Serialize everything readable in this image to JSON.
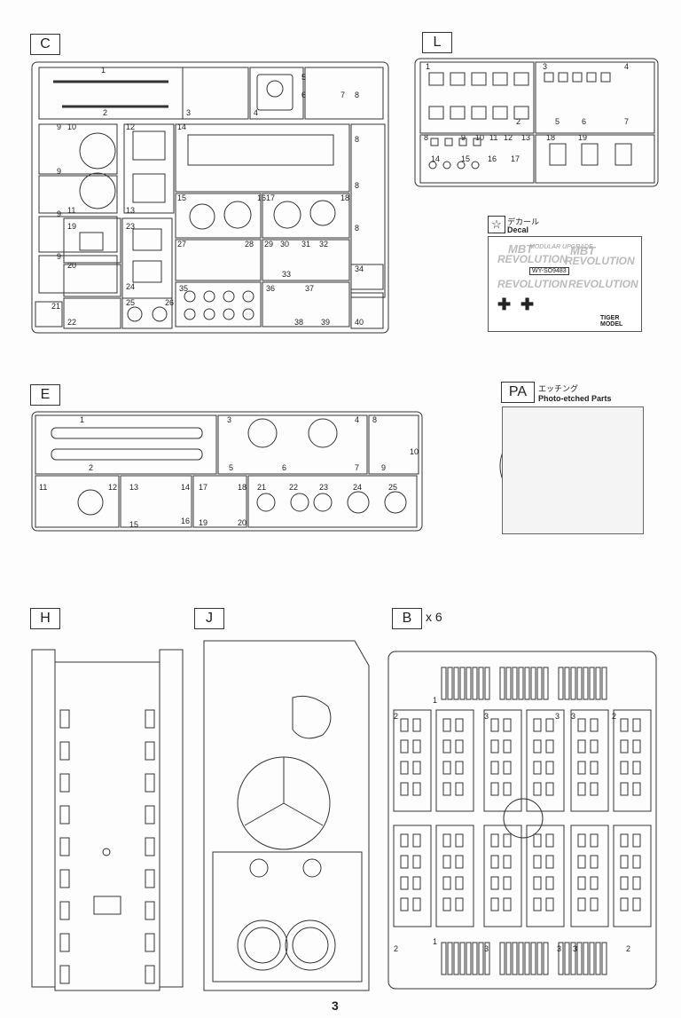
{
  "sprues": {
    "C": {
      "letter": "C"
    },
    "L": {
      "letter": "L"
    },
    "E": {
      "letter": "E"
    },
    "PA": {
      "letter": "PA",
      "jp": "エッチング",
      "en": "Photo-etched Parts"
    },
    "H": {
      "letter": "H"
    },
    "J": {
      "letter": "J"
    },
    "B": {
      "letter": "B",
      "multiplier": "x 6"
    }
  },
  "decal": {
    "jp": "デカール",
    "en": "Decal",
    "text_main": "MBT",
    "text_sub": "REVOLUTION",
    "text_alt": "MODULAR UPGRADE",
    "plate": "WY-SO9483",
    "brand": "TIGER MODEL"
  },
  "page_number": "3",
  "c_labels": [
    "1",
    "2",
    "3",
    "4",
    "5",
    "6",
    "7",
    "8",
    "8",
    "8",
    "8",
    "9",
    "9",
    "9",
    "9",
    "10",
    "11",
    "12",
    "13",
    "14",
    "15",
    "16",
    "17",
    "18",
    "19",
    "20",
    "21",
    "22",
    "23",
    "24",
    "25",
    "26",
    "27",
    "28",
    "29",
    "30",
    "31",
    "32",
    "33",
    "34",
    "35",
    "36",
    "37",
    "38",
    "39",
    "40"
  ],
  "l_labels": [
    "1",
    "2",
    "3",
    "4",
    "5",
    "6",
    "7",
    "8",
    "9",
    "10",
    "11",
    "12",
    "13",
    "14",
    "15",
    "16",
    "17",
    "18",
    "19"
  ],
  "e_labels": [
    "1",
    "2",
    "3",
    "4",
    "5",
    "6",
    "7",
    "8",
    "9",
    "10",
    "11",
    "12",
    "13",
    "14",
    "15",
    "16",
    "17",
    "18",
    "19",
    "20",
    "21",
    "22",
    "23",
    "24",
    "25"
  ],
  "b_labels": [
    "1",
    "2",
    "3",
    "3",
    "3",
    "2",
    "2",
    "3",
    "3",
    "3",
    "2",
    "1"
  ]
}
